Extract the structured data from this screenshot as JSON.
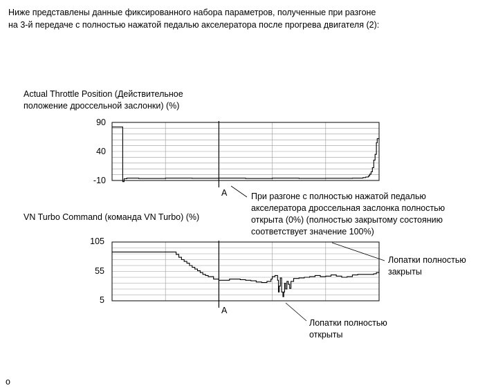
{
  "intro": {
    "line1": "Ниже представлены данные фиксированного набора параметров, полученные при разгоне",
    "line2": "на 3-й передаче с полностью нажатой педалью акселератора после прогрева двигателя (2):"
  },
  "footer_mark": "o",
  "chart_data": [
    {
      "type": "line",
      "title_line1": "Actual Throttle Position (Действительное",
      "title_line2": "положение дроссельной заслонки) (%)",
      "ylim": [
        -10,
        90
      ],
      "yticks": [
        "90",
        "40",
        "-10"
      ],
      "xlim": [
        0,
        100
      ],
      "grid": true,
      "marker": {
        "label": "A",
        "x": 40
      },
      "series": [
        {
          "x": [
            0,
            4,
            4,
            4.5,
            5.5,
            5.8,
            10,
            20,
            30,
            40,
            50,
            60,
            70,
            80,
            90,
            92,
            94,
            95,
            96,
            96.5,
            97,
            97.5,
            98,
            98.5,
            99,
            99.3,
            100
          ],
          "values": [
            82,
            82,
            -12,
            -7,
            -6,
            -6,
            -6.5,
            -6,
            -6.2,
            -6,
            -6.5,
            -6,
            -6.3,
            -6.2,
            -6,
            -6,
            -5,
            -4,
            -2,
            1,
            5,
            12,
            25,
            35,
            55,
            62,
            60
          ]
        }
      ],
      "annotation": {
        "line1": "При разгоне с полностью нажатой педалью",
        "line2": "акселератора дроссельная заслонка полностью",
        "line3": "открыта (0%) (полностью закрытому состоянию",
        "line4": "соответствует значение 100%)"
      }
    },
    {
      "type": "line",
      "title": "VN Turbo Command (команда VN Turbo) (%)",
      "ylim": [
        5,
        105
      ],
      "yticks": [
        "105",
        "55",
        "5"
      ],
      "xlim": [
        0,
        100
      ],
      "grid": true,
      "marker": {
        "label": "A",
        "x": 40
      },
      "series": [
        {
          "x": [
            0,
            23,
            24,
            25,
            26,
            27,
            28,
            29,
            30,
            31,
            32,
            33,
            34,
            35,
            36,
            38,
            40,
            42,
            44,
            46,
            48,
            50,
            52,
            54,
            56,
            58,
            59.5,
            60,
            61,
            62,
            62.3,
            62.6,
            63,
            63.5,
            64,
            64.3,
            64.6,
            65,
            65.5,
            66,
            66.5,
            67,
            68,
            70,
            72,
            74,
            76,
            78,
            80,
            82,
            84,
            86,
            88,
            90,
            92,
            94,
            96,
            98,
            99,
            100
          ],
          "values": [
            88,
            88,
            84,
            79,
            75,
            72,
            69,
            65,
            62,
            59,
            56,
            53,
            50,
            48,
            46,
            42,
            40,
            40,
            42,
            42,
            41,
            40,
            39,
            37,
            36,
            38,
            42,
            46,
            48,
            40,
            20,
            30,
            44,
            20,
            12,
            20,
            35,
            25,
            38,
            33,
            26,
            38,
            43,
            44,
            45,
            46,
            48,
            46,
            47,
            49,
            47,
            45,
            46,
            49,
            50,
            50,
            50,
            51,
            53,
            60
          ]
        }
      ],
      "annotations": {
        "closed_line1": "Лопатки полностью",
        "closed_line2": "закрыты",
        "open_line1": "Лопатки полностью",
        "open_line2": "открыты"
      }
    }
  ]
}
